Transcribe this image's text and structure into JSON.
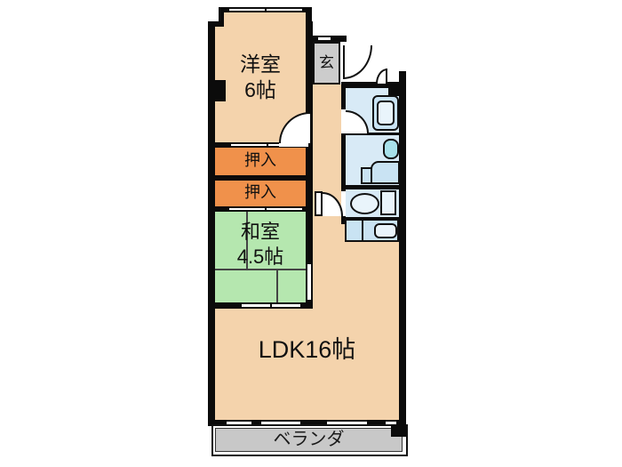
{
  "title": "2LDK apartment floor plan",
  "colors": {
    "wall": "#0b0b0b",
    "room_peach": "#F4D3AC",
    "closet_orange": "#F0914B",
    "tatami_green": "#B5E7AF",
    "wet_blue": "#D8EAF6",
    "fixture_blue": "#C9E3F3",
    "fixture_light": "#E9F4FB",
    "basin_cyan": "#A8E2EB",
    "genkan_gray": "#CCCCCC",
    "veranda_gray": "#C8C8C8"
  },
  "rooms": {
    "western": {
      "name": "洋室",
      "size": "6帖"
    },
    "genkan": {
      "label": "玄"
    },
    "closet_upper": {
      "label": "押入"
    },
    "closet_lower": {
      "label": "押入"
    },
    "japanese": {
      "name": "和室",
      "size": "4.5帖"
    },
    "ldk": {
      "label": "LDK16帖"
    },
    "veranda": {
      "label": "ベランダ"
    }
  },
  "fixtures": {
    "bathtub": "bathtub-icon",
    "wash_basin": "wash-basin-icon",
    "toilet": "toilet-icon",
    "kitchen_sink": "kitchen-sink-icon"
  }
}
